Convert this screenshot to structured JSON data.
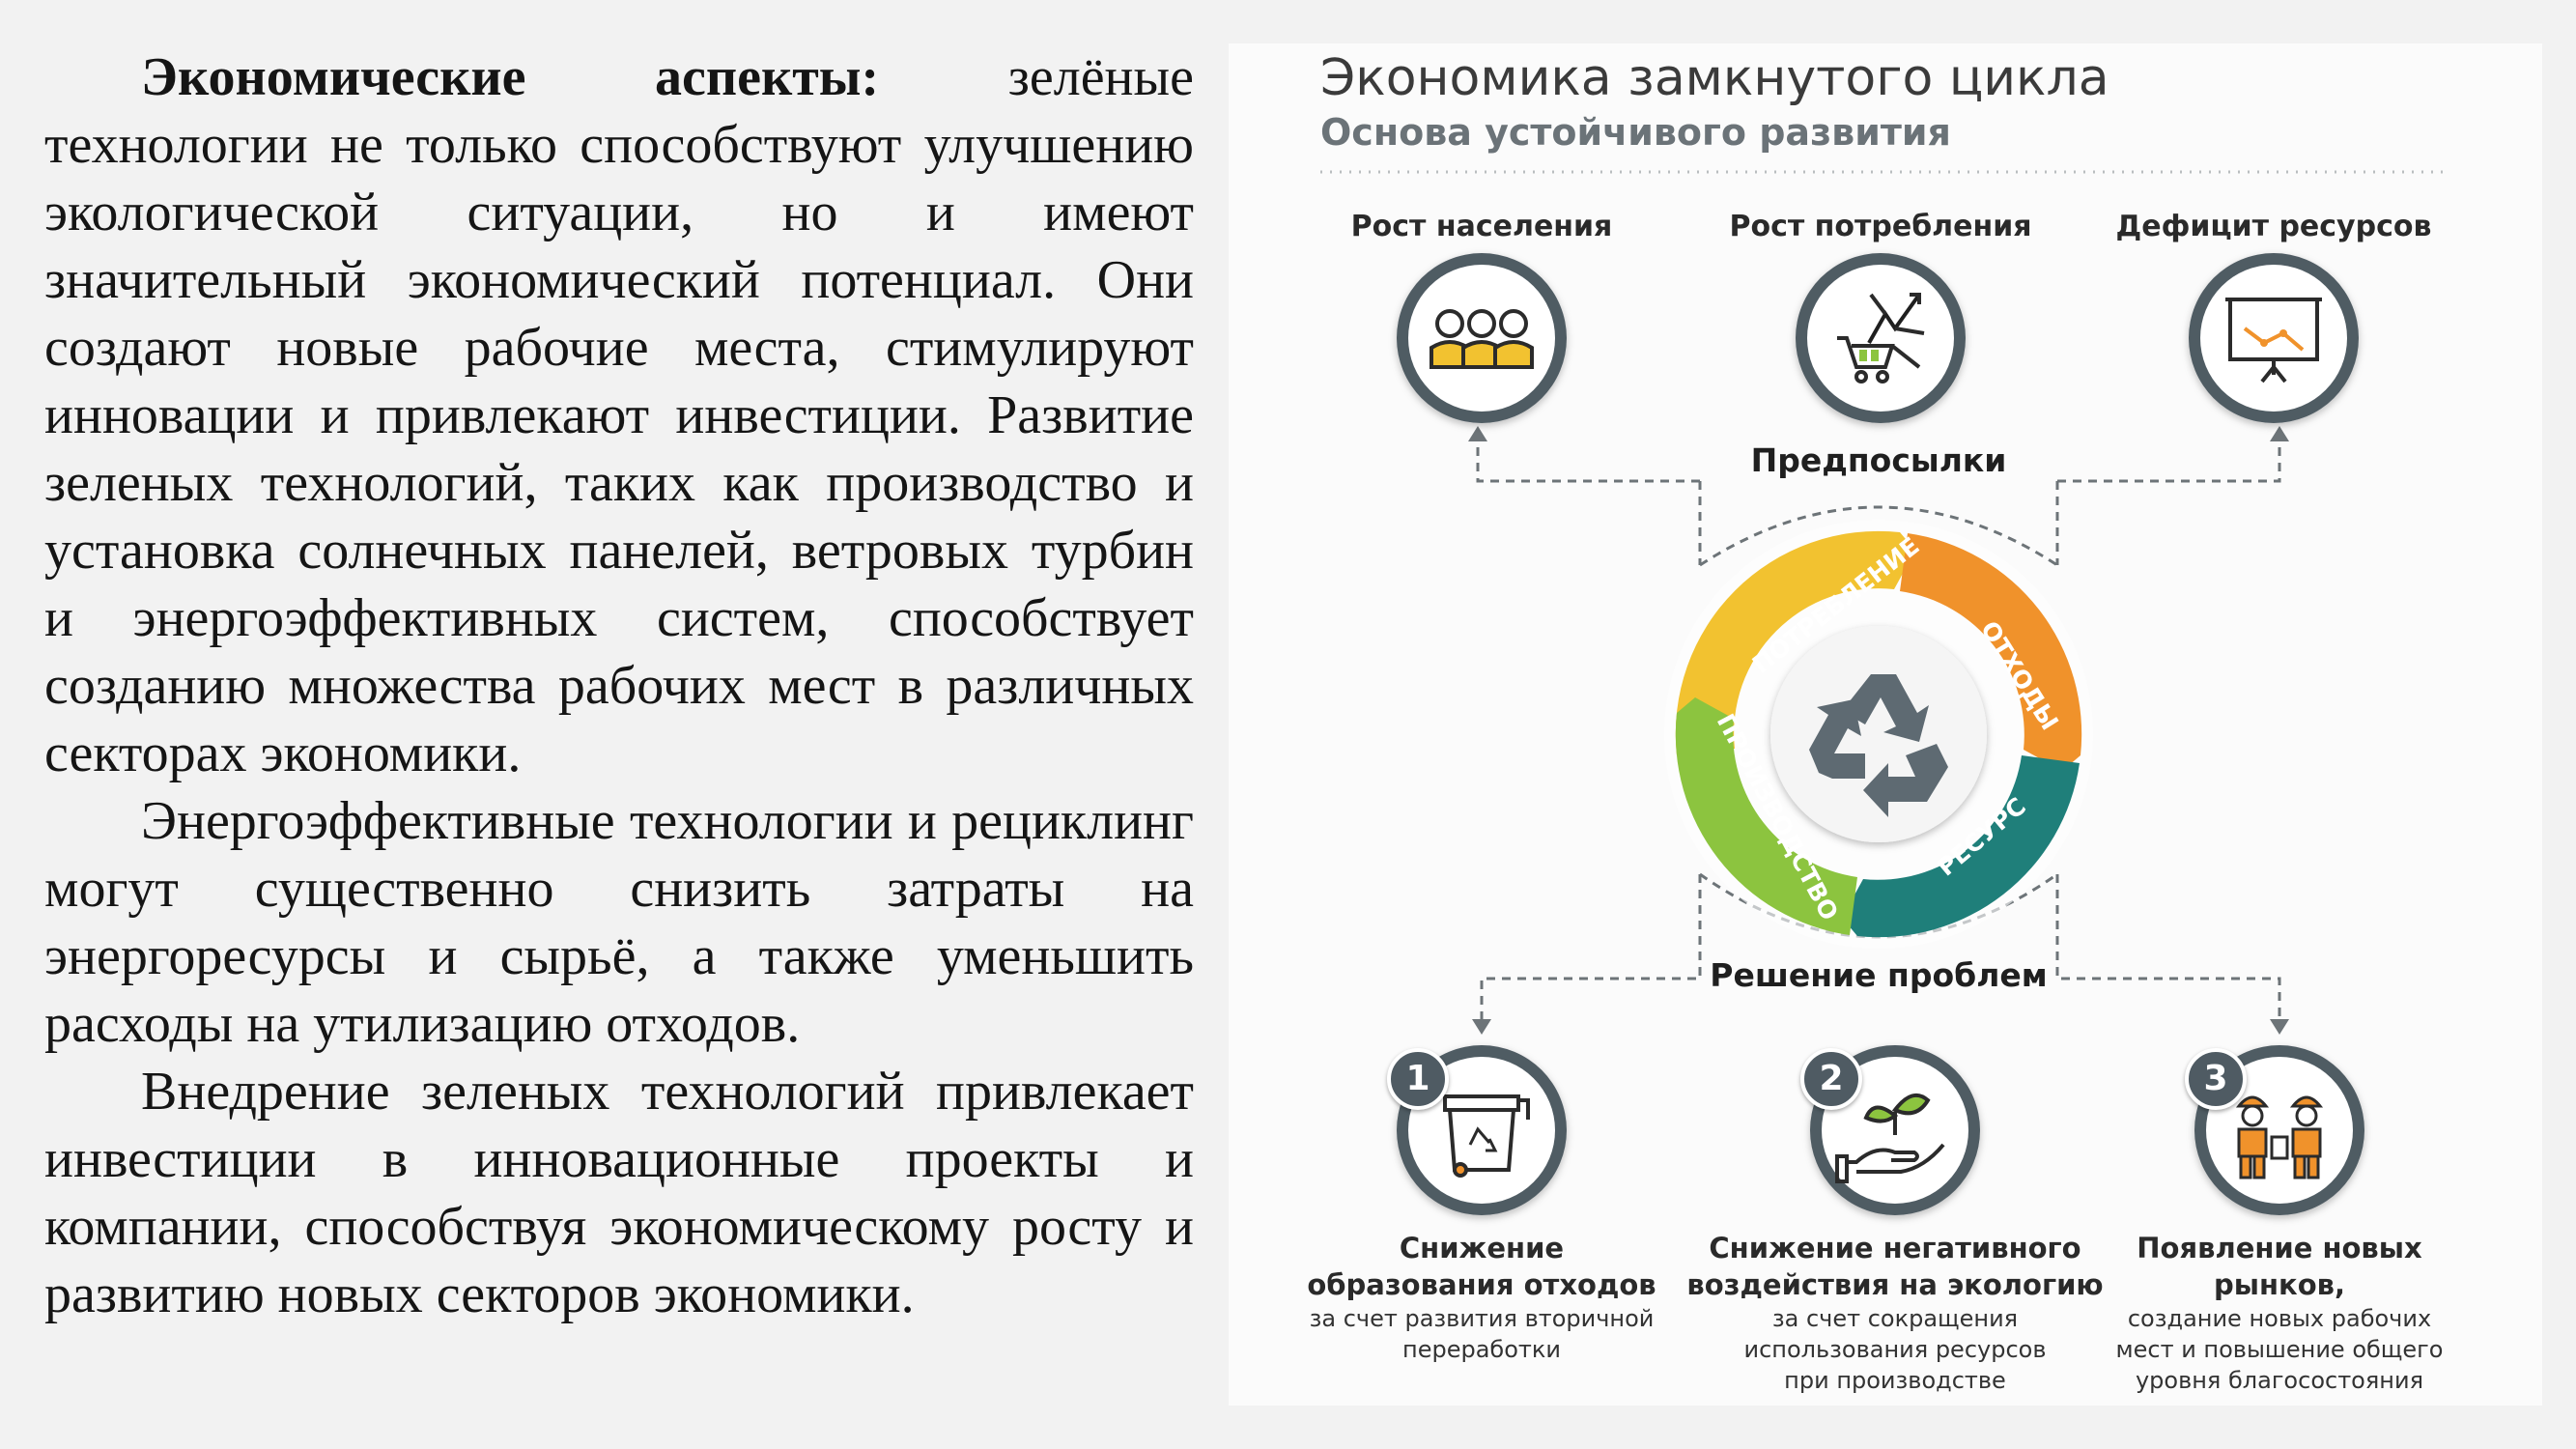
{
  "article": {
    "p1_bold": "Экономические аспекты:",
    "p1_rest": " зелёные технологии не только способствуют улучшению экологической ситуации, но и имеют значительный экономический потенциал. Они создают новые рабочие места, стимулируют инновации и привлекают инвестиции. Развитие зеленых технологий, таких как производство и установка солнечных панелей, ветровых турбин и энергоэффективных систем, способствует созданию множества рабочих мест в различных секторах экономики.",
    "p2": "Энергоэффективные технологии и рециклинг могут существенно снизить затраты на энергоресурсы и сырьё, а также уменьшить расходы на утилизацию отходов.",
    "p3": "Внедрение зеленых технологий привлекает инвестиции в инновационные проекты и компании, способствуя экономическому росту и развитию новых секторов экономики."
  },
  "infographic": {
    "title": "Экономика замкнутого цикла",
    "subtitle": "Основа устойчивого развития",
    "top_items": [
      {
        "label": "Рост населения",
        "icon": "people-icon"
      },
      {
        "label": "Рост потребления",
        "icon": "shopping-cart-growth-icon"
      },
      {
        "label": "Дефицит ресурсов",
        "icon": "presentation-chart-icon"
      }
    ],
    "prerequisites_label": "Предпосылки",
    "solutions_label": "Решение проблем",
    "cycle": {
      "center_icon": "recycle-icon",
      "segments": [
        {
          "label": "ПОТРЕБЛЕНИЕ",
          "color": "#f2c230"
        },
        {
          "label": "ОТХОДЫ",
          "color": "#f0922b"
        },
        {
          "label": "РЕСУРС",
          "color": "#1f7f7a"
        },
        {
          "label": "ПРОИЗВОДСТВО",
          "color": "#8cc43f"
        }
      ]
    },
    "bottom_items": [
      {
        "number": "1",
        "icon": "recycle-bin-icon",
        "title_line1": "Снижение",
        "title_line2": "образования отходов",
        "desc_line1": "за счет развития вторичной",
        "desc_line2": "переработки",
        "desc_line3": ""
      },
      {
        "number": "2",
        "icon": "hand-sprout-icon",
        "title_line1": "Снижение негативного",
        "title_line2": "воздействия на экологию",
        "desc_line1": "за счет сокращения",
        "desc_line2": "использования ресурсов",
        "desc_line3": "при производстве"
      },
      {
        "number": "3",
        "icon": "workers-icon",
        "title_line1": "Появление новых",
        "title_line2": "рынков,",
        "desc_line1": "создание новых рабочих",
        "desc_line2": "мест и повышение общего",
        "desc_line3": "уровня благосостояния"
      }
    ],
    "colors": {
      "yellow": "#f2c230",
      "orange": "#f0922b",
      "teal": "#1f7f7a",
      "green": "#8cc43f",
      "dark_gray": "#4f5b63"
    }
  }
}
